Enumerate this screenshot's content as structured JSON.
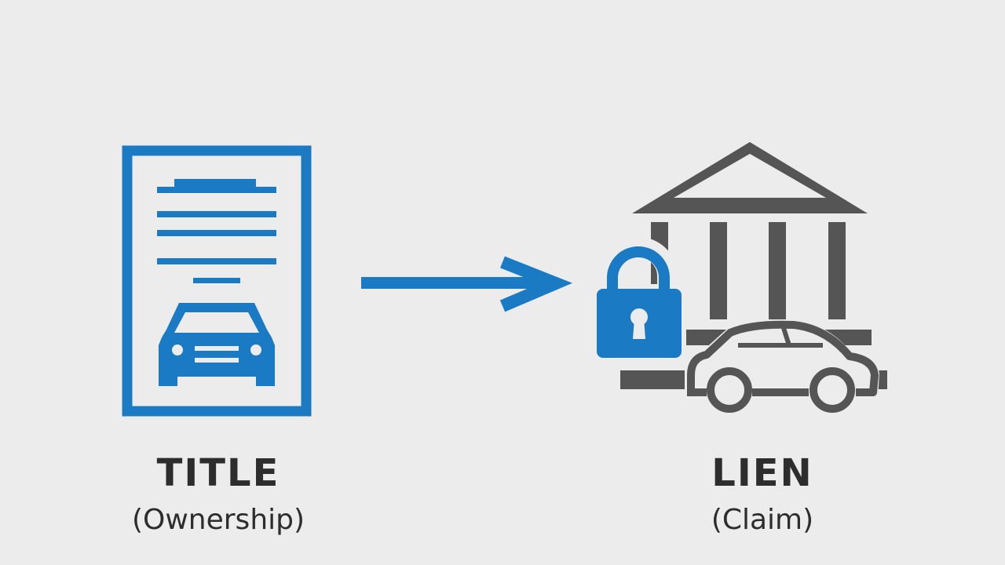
{
  "colors": {
    "background": "#ececec",
    "blue": "#1a7ac4",
    "gray": "#555555",
    "text": "#2d2d2d"
  },
  "title_node": {
    "heading": "TITLE",
    "subheading": "(Ownership)",
    "icon": "title-document-with-car-icon"
  },
  "arrow": {
    "icon": "right-arrow-icon"
  },
  "lien_node": {
    "heading": "LIEN",
    "subheading": "(Claim)",
    "icons": [
      "bank-building-icon",
      "padlock-icon",
      "car-icon"
    ]
  }
}
